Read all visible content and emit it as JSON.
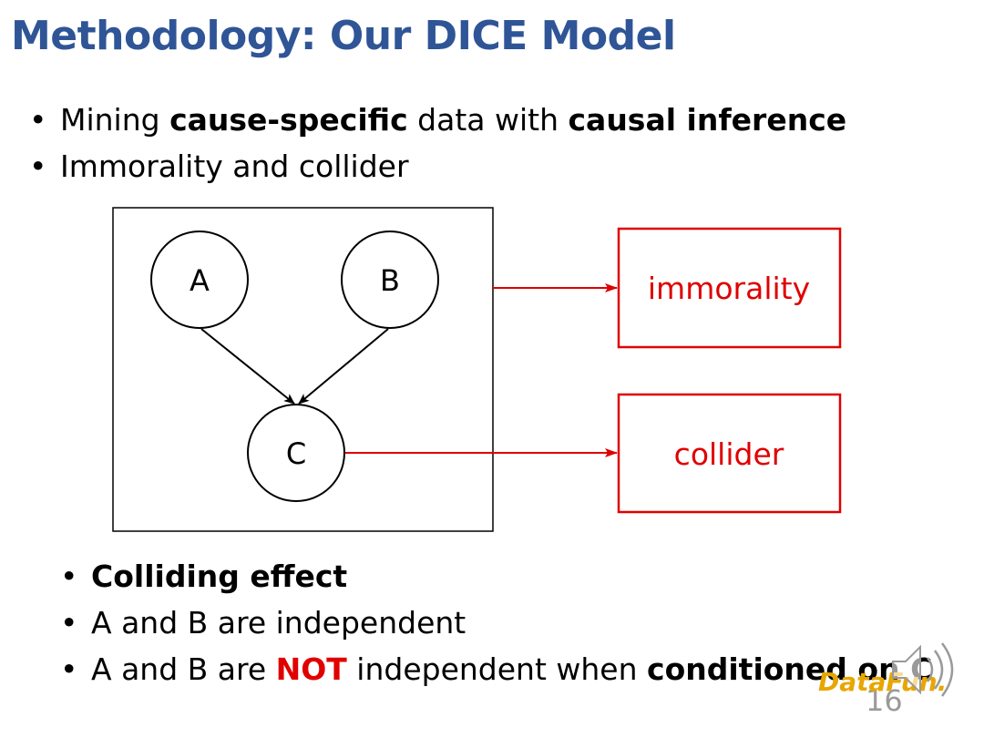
{
  "slide": {
    "title": "Methodology: Our DICE Model",
    "page_number": "16"
  },
  "bullets_top": [
    {
      "parts": [
        {
          "text": "Mining ",
          "style": "normal"
        },
        {
          "text": "cause-specific",
          "style": "bold"
        },
        {
          "text": " data with ",
          "style": "normal"
        },
        {
          "text": "causal inference",
          "style": "bold"
        }
      ]
    },
    {
      "parts": [
        {
          "text": "Immorality and collider",
          "style": "normal"
        }
      ]
    }
  ],
  "diagram": {
    "nodes": {
      "a": "A",
      "b": "B",
      "c": "C"
    },
    "edges": [
      {
        "from": "A",
        "to": "C"
      },
      {
        "from": "B",
        "to": "C"
      }
    ],
    "boxes": {
      "immorality": "immorality",
      "collider": "collider"
    },
    "colors": {
      "annotation": "#e00000",
      "node_stroke": "#000000"
    }
  },
  "bullets_bottom": [
    {
      "parts": [
        {
          "text": "Colliding effect",
          "style": "bold"
        }
      ]
    },
    {
      "parts": [
        {
          "text": "A and B are independent",
          "style": "normal"
        }
      ]
    },
    {
      "parts": [
        {
          "text": "A and B are ",
          "style": "normal"
        },
        {
          "text": "NOT",
          "style": "red-bold"
        },
        {
          "text": " independent when ",
          "style": "normal"
        },
        {
          "text": "conditioned on C",
          "style": "bold"
        }
      ]
    }
  ],
  "branding": {
    "logo_text": "DataFun.",
    "logo_color": "#e8a600",
    "title_color": "#2f5597"
  },
  "icons": {
    "speaker": "speaker-icon"
  }
}
